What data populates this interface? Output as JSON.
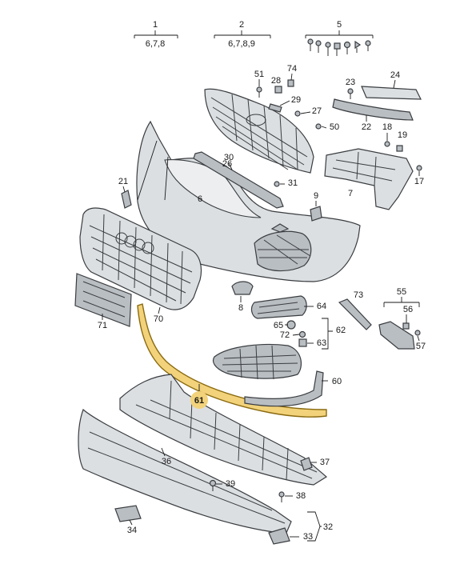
{
  "top_labels": [
    {
      "num": "1",
      "sub": "6,7,8"
    },
    {
      "num": "2",
      "sub": "6,7,8,9"
    },
    {
      "num": "5",
      "sub": ""
    }
  ],
  "callouts": [
    "74",
    "51",
    "28",
    "29",
    "27",
    "50",
    "23",
    "24",
    "22",
    "18",
    "19",
    "30",
    "26",
    "17",
    "21",
    "31",
    "6",
    "9",
    "7",
    "55",
    "56",
    "57",
    "73",
    "64",
    "65",
    "72",
    "63",
    "62",
    "8",
    "71",
    "70",
    "61",
    "60",
    "36",
    "37",
    "39",
    "38",
    "34",
    "33",
    "32"
  ],
  "highlight_color": "#f2d27a"
}
